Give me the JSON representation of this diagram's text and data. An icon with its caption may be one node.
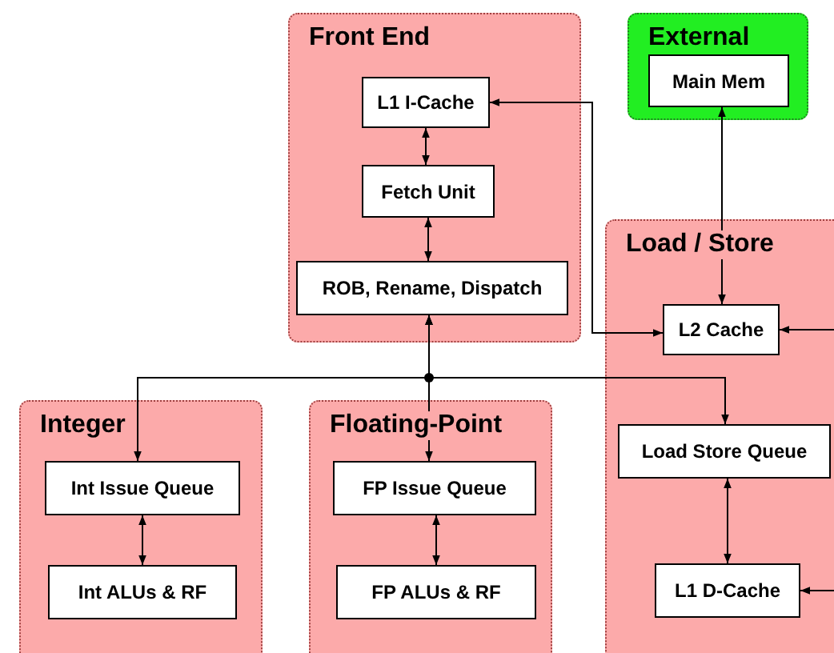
{
  "diagram": {
    "nodes": [
      {
        "text": [
          "Front End"
        ]
      },
      {
        "text": [
          "L1 I-Cache"
        ],
        "in": 0
      },
      {
        "text": [
          "Fetch Unit"
        ],
        "in": 0
      },
      {
        "text": [
          "ROB, Rename, Dispatch"
        ],
        "in": 0
      },
      {
        "text": [
          "External"
        ]
      },
      {
        "text": [
          "Main Mem"
        ],
        "in": 4
      },
      {
        "text": [
          "Load / Store"
        ]
      },
      {
        "text": [
          "L2 Cache"
        ],
        "in": 6
      },
      {
        "text": [
          "Load Store Queue"
        ],
        "in": 6
      },
      {
        "text": [
          "L1 D-Cache"
        ],
        "in": 6
      },
      {
        "text": [
          "Integer"
        ]
      },
      {
        "text": [
          "Int Issue Queue"
        ],
        "in": 10
      },
      {
        "text": [
          "Int ALUs & RF"
        ],
        "in": 10
      },
      {
        "text": [
          "Floating-Point"
        ]
      },
      {
        "text": [
          "FP Issue Queue"
        ],
        "in": 13
      },
      {
        "text": [
          "FP ALUs & RF"
        ],
        "in": 13
      }
    ],
    "edges": [
      {
        "from": 1,
        "to": 2,
        "arrow": "both"
      },
      {
        "from": 2,
        "to": 3,
        "arrow": "both"
      },
      {
        "from": 7,
        "to": 1,
        "arrow": "both"
      },
      {
        "from": 5,
        "to": 7,
        "arrow": "both"
      },
      {
        "from": null,
        "to": 7,
        "arrow": "to"
      },
      {
        "from": 3,
        "to": 11,
        "arrow": "both"
      },
      {
        "from": 3,
        "to": 14,
        "arrow": "both"
      },
      {
        "from": 3,
        "to": 8,
        "arrow": "both"
      },
      {
        "from": 11,
        "to": 12,
        "arrow": "both"
      },
      {
        "from": 14,
        "to": 15,
        "arrow": "both"
      },
      {
        "from": 8,
        "to": 9,
        "arrow": "both"
      },
      {
        "from": null,
        "to": 9,
        "arrow": "to"
      }
    ]
  }
}
